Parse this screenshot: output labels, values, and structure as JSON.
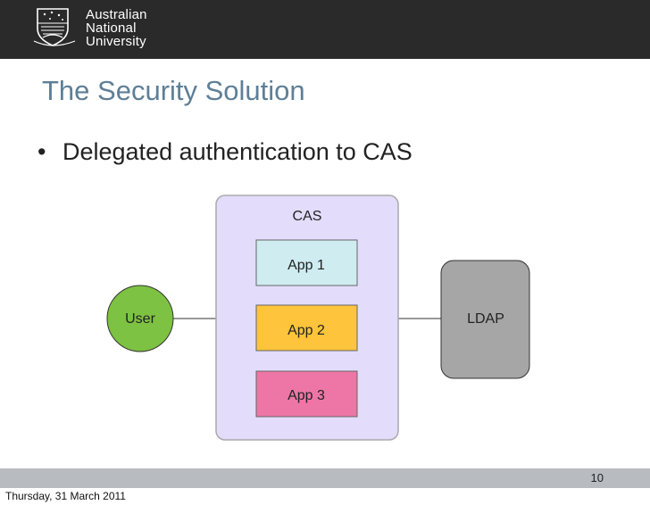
{
  "logo": {
    "line1": "Australian",
    "line2": "National",
    "line3": "University"
  },
  "slide": {
    "title": "The Security Solution",
    "bullet": "Delegated authentication to CAS",
    "page_number": "10"
  },
  "diagram": {
    "user_label": "User",
    "cas_label": "CAS",
    "apps": [
      "App 1",
      "App 2",
      "App 3"
    ],
    "ldap_label": "LDAP",
    "colors": {
      "user": "#7dc242",
      "cas_container": "#e3dcfb",
      "app1": "#cfecf0",
      "app2": "#fdc43c",
      "app3": "#ed76a6",
      "ldap": "#a6a6a6",
      "header": "#2a2a2a",
      "footer": "#b8bcc0",
      "title": "#5e7f97"
    }
  },
  "footer": {
    "date": "Thursday, 31 March 2011"
  }
}
